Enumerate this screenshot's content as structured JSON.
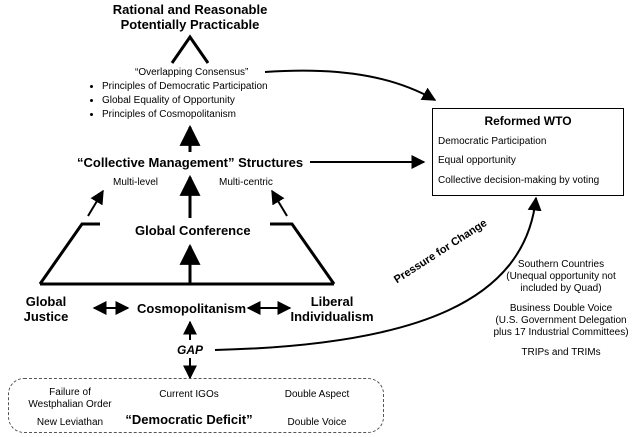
{
  "apex": {
    "line1": "Rational and Reasonable",
    "line2": "Potentially Practicable"
  },
  "overlapping_consensus": "“Overlapping Consensus”",
  "principles": [
    "Principles of Democratic Participation",
    "Global Equality of Opportunity",
    "Principles of Cosmopolitanism"
  ],
  "collective_management": "“Collective Management” Structures",
  "multi_level": "Multi-level",
  "multi_centric": "Multi-centric",
  "global_conference": "Global Conference",
  "global_justice": {
    "line1": "Global",
    "line2": "Justice"
  },
  "cosmopolitanism": "Cosmopolitanism",
  "liberal_individualism": {
    "line1": "Liberal",
    "line2": "Individualism"
  },
  "gap": "GAP",
  "reformed_wto": {
    "title": "Reformed WTO",
    "items": [
      "Democratic Participation",
      "Equal opportunity",
      "Collective decision-making by voting"
    ]
  },
  "pressure_for_change": "Pressure for Change",
  "southern_countries": [
    "Southern Countries",
    "(Unequal opportunity not",
    "included by Quad)"
  ],
  "business_double_voice": [
    "Business Double Voice",
    "(U.S. Government Delegation",
    "plus 17 Industrial Committees)"
  ],
  "trips_trims": "TRIPs and TRIMs",
  "deficit": {
    "failure": [
      "Failure of",
      "Westphalian Order"
    ],
    "current_igos": "Current IGOs",
    "double_aspect": "Double Aspect",
    "new_leviathan": "New Leviathan",
    "democratic_deficit": "“Democratic Deficit”",
    "double_voice": "Double Voice"
  }
}
